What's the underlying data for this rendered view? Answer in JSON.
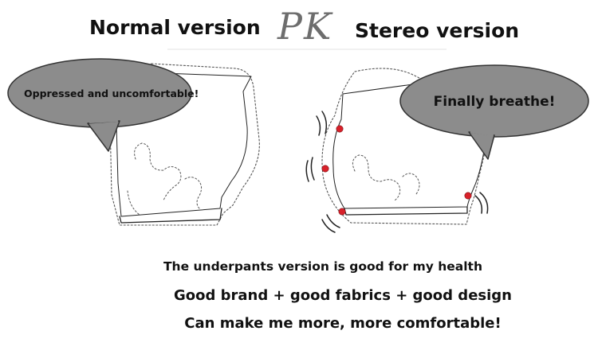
{
  "header": {
    "left_title": "Normal version",
    "separator": "PK",
    "right_title": "Stereo version"
  },
  "bubbles": {
    "left_text": "Oppressed and uncomfortable!",
    "right_text": "Finally breathe!"
  },
  "captions": [
    "The underpants version is good for my health",
    "Good brand + good fabrics + good design",
    "Can make me more, more comfortable!"
  ],
  "colors": {
    "bubble_fill": "#8c8c8c",
    "accent_dot": "#d8212a",
    "pk_gray": "#6d6d6d",
    "ink": "#111111"
  }
}
